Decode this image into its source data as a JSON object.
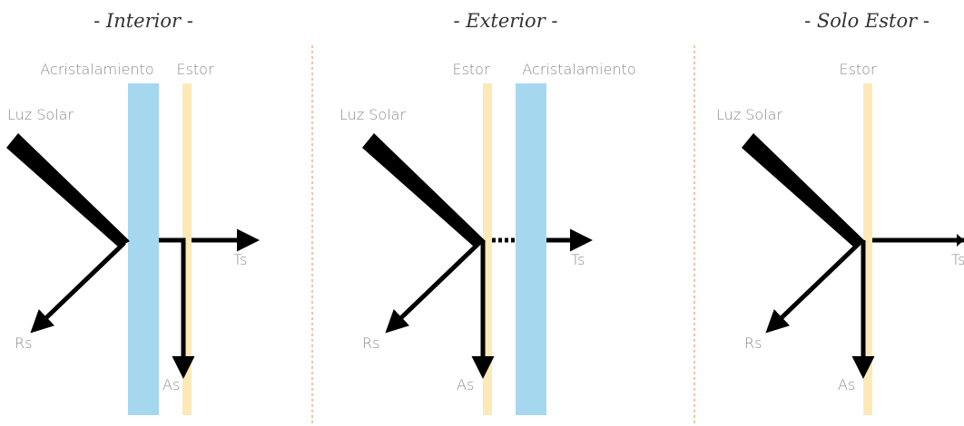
{
  "colors": {
    "glazing": "#a5d8ef",
    "blind": "#fde9b7",
    "arrow": "#000000",
    "divider": "#e8884f",
    "label": "#8a8a8a",
    "title": "#333333"
  },
  "panels": [
    {
      "id": "interior",
      "title": "- Interior -",
      "labels": {
        "light": "Luz Solar",
        "glazing": "Acristalamiento",
        "blind": "Estor",
        "reflected": "Rs",
        "absorbed": "As",
        "transmitted": "Ts"
      }
    },
    {
      "id": "exterior",
      "title": "- Exterior -",
      "labels": {
        "light": "Luz Solar",
        "glazing": "Acristalamiento",
        "blind": "Estor",
        "reflected": "Rs",
        "absorbed": "As",
        "transmitted": "Ts"
      }
    },
    {
      "id": "solo-estor",
      "title": "- Solo Estor -",
      "labels": {
        "light": "Luz Solar",
        "blind": "Estor",
        "reflected": "Rs",
        "absorbed": "As",
        "transmitted": "Ts"
      }
    }
  ]
}
